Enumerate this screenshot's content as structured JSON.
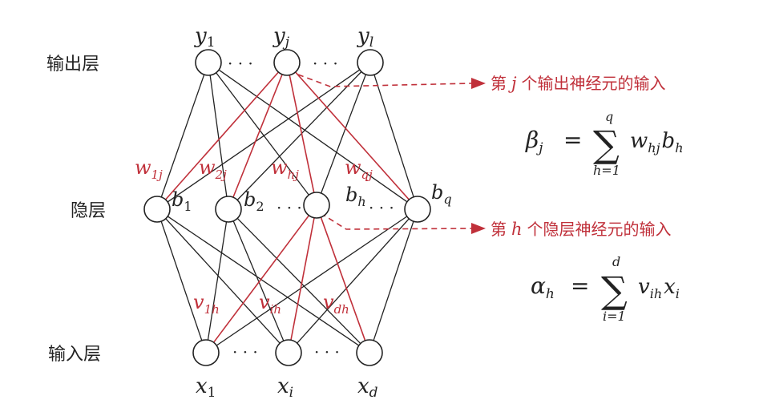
{
  "layers": {
    "output": "输出层",
    "hidden": "隐层",
    "input": "输入层"
  },
  "nodes": {
    "y": [
      "1",
      "j",
      "l"
    ],
    "b": [
      "1",
      "2",
      "h",
      "q"
    ],
    "x": [
      "1",
      "i",
      "d"
    ]
  },
  "weights": {
    "w": [
      "1j",
      "2j",
      "hj",
      "qj"
    ],
    "v": [
      "1h",
      "ih",
      "dh"
    ]
  },
  "annotations": {
    "output_input_label_a": "第",
    "output_input_var": "j",
    "output_input_label_b": "个输出神经元的输入",
    "hidden_input_label_a": "第",
    "hidden_input_var": "h",
    "hidden_input_label_b": "个隐层神经元的输入"
  },
  "formulas": {
    "beta": {
      "lhs": "β",
      "lhs_sub": "j",
      "eq": "=",
      "sum_top": "q",
      "sum_bottom": "h=1",
      "term1": "w",
      "term1_sub": "hj",
      "term2": "b",
      "term2_sub": "h"
    },
    "alpha": {
      "lhs": "α",
      "lhs_sub": "h",
      "eq": "=",
      "sum_top": "d",
      "sum_bottom": "i=1",
      "term1": "v",
      "term1_sub": "ih",
      "term2": "x",
      "term2_sub": "i"
    }
  },
  "dots": "· · ·",
  "colors": {
    "black": "#222222",
    "red": "#c0303a"
  }
}
